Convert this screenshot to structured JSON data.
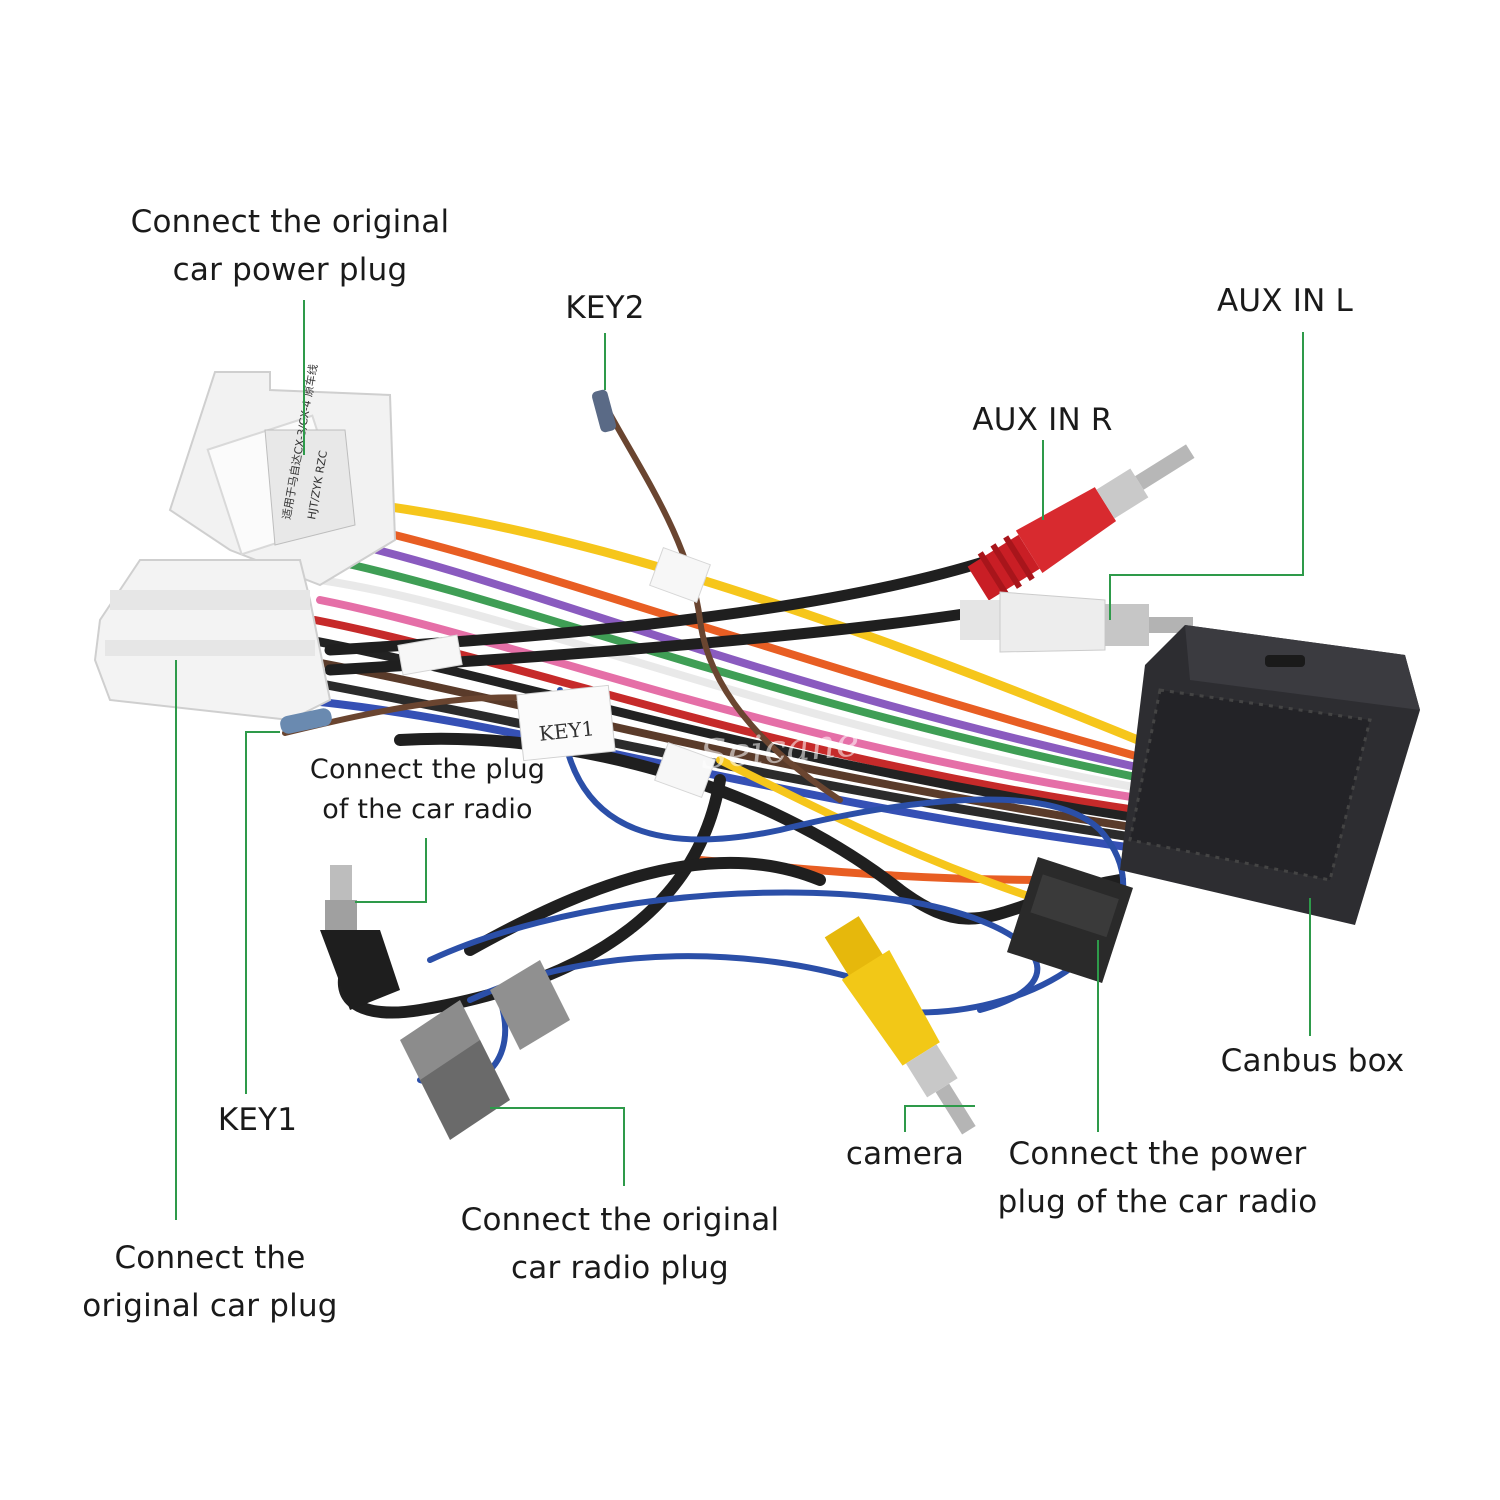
{
  "colors": {
    "leader": "#2e9a4a",
    "connector_white": "#f2f2f2",
    "canbus_box": "#2a2a2e",
    "rca_red": "#d21f26",
    "rca_white": "#ececec",
    "rca_yellow": "#f0c415",
    "gray_plug": "#8a8a8a",
    "wire_blue": "#2b4fa8"
  },
  "labels": {
    "power_plug": [
      "Connect the original",
      "car power plug"
    ],
    "key2": [
      "KEY2"
    ],
    "aux_in_l": [
      "AUX IN L"
    ],
    "aux_in_r": [
      "AUX IN R"
    ],
    "radio_plug": [
      "Connect the plug",
      "of the car radio"
    ],
    "key1": [
      "KEY1"
    ],
    "canbus_box": [
      "Canbus box"
    ],
    "camera": [
      "camera"
    ],
    "radio_power": [
      "Connect the power",
      "plug of the car radio"
    ],
    "orig_radio_plug": [
      "Connect the original",
      "car radio plug"
    ],
    "orig_car_plug": [
      "Connect the",
      "original car plug"
    ]
  },
  "connector_tags": {
    "key1_tag": "KEY1",
    "connector_print": [
      "适用于马自达CX-3/CX-4 原车线",
      "HJT/ZYK  RZC"
    ]
  },
  "watermark": "Seicane"
}
